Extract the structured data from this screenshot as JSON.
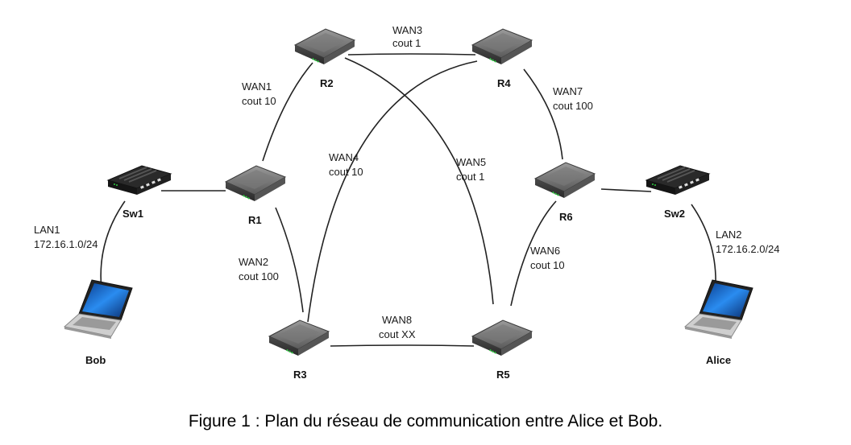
{
  "nodes": {
    "r1": {
      "label": "R1"
    },
    "r2": {
      "label": "R2"
    },
    "r3": {
      "label": "R3"
    },
    "r4": {
      "label": "R4"
    },
    "r5": {
      "label": "R5"
    },
    "r6": {
      "label": "R6"
    },
    "sw1": {
      "label": "Sw1"
    },
    "sw2": {
      "label": "Sw2"
    },
    "bob": {
      "label": "Bob"
    },
    "alice": {
      "label": "Alice"
    }
  },
  "links": {
    "wan1": {
      "name": "WAN1",
      "cost": "cout 10"
    },
    "wan2": {
      "name": "WAN2",
      "cost": "cout 100"
    },
    "wan3": {
      "name": "WAN3",
      "cost": "cout 1"
    },
    "wan4": {
      "name": "WAN4",
      "cost": "cout 10"
    },
    "wan5": {
      "name": "WAN5",
      "cost": "cout 1"
    },
    "wan6": {
      "name": "WAN6",
      "cost": "cout 10"
    },
    "wan7": {
      "name": "WAN7",
      "cost": "cout 100"
    },
    "wan8": {
      "name": "WAN8",
      "cost": "cout XX"
    },
    "lan1": {
      "name": "LAN1",
      "subnet": "172.16.1.0/24"
    },
    "lan2": {
      "name": "LAN2",
      "subnet": "172.16.2.0/24"
    }
  },
  "caption": "Figure 1 : Plan du réseau de communication entre Alice et Bob.",
  "colors": {
    "link": "#222222",
    "router": "#6e6e6e",
    "switch": "#1c1c1c",
    "screen": "#1f7fe0",
    "led": "#2ecc40"
  }
}
